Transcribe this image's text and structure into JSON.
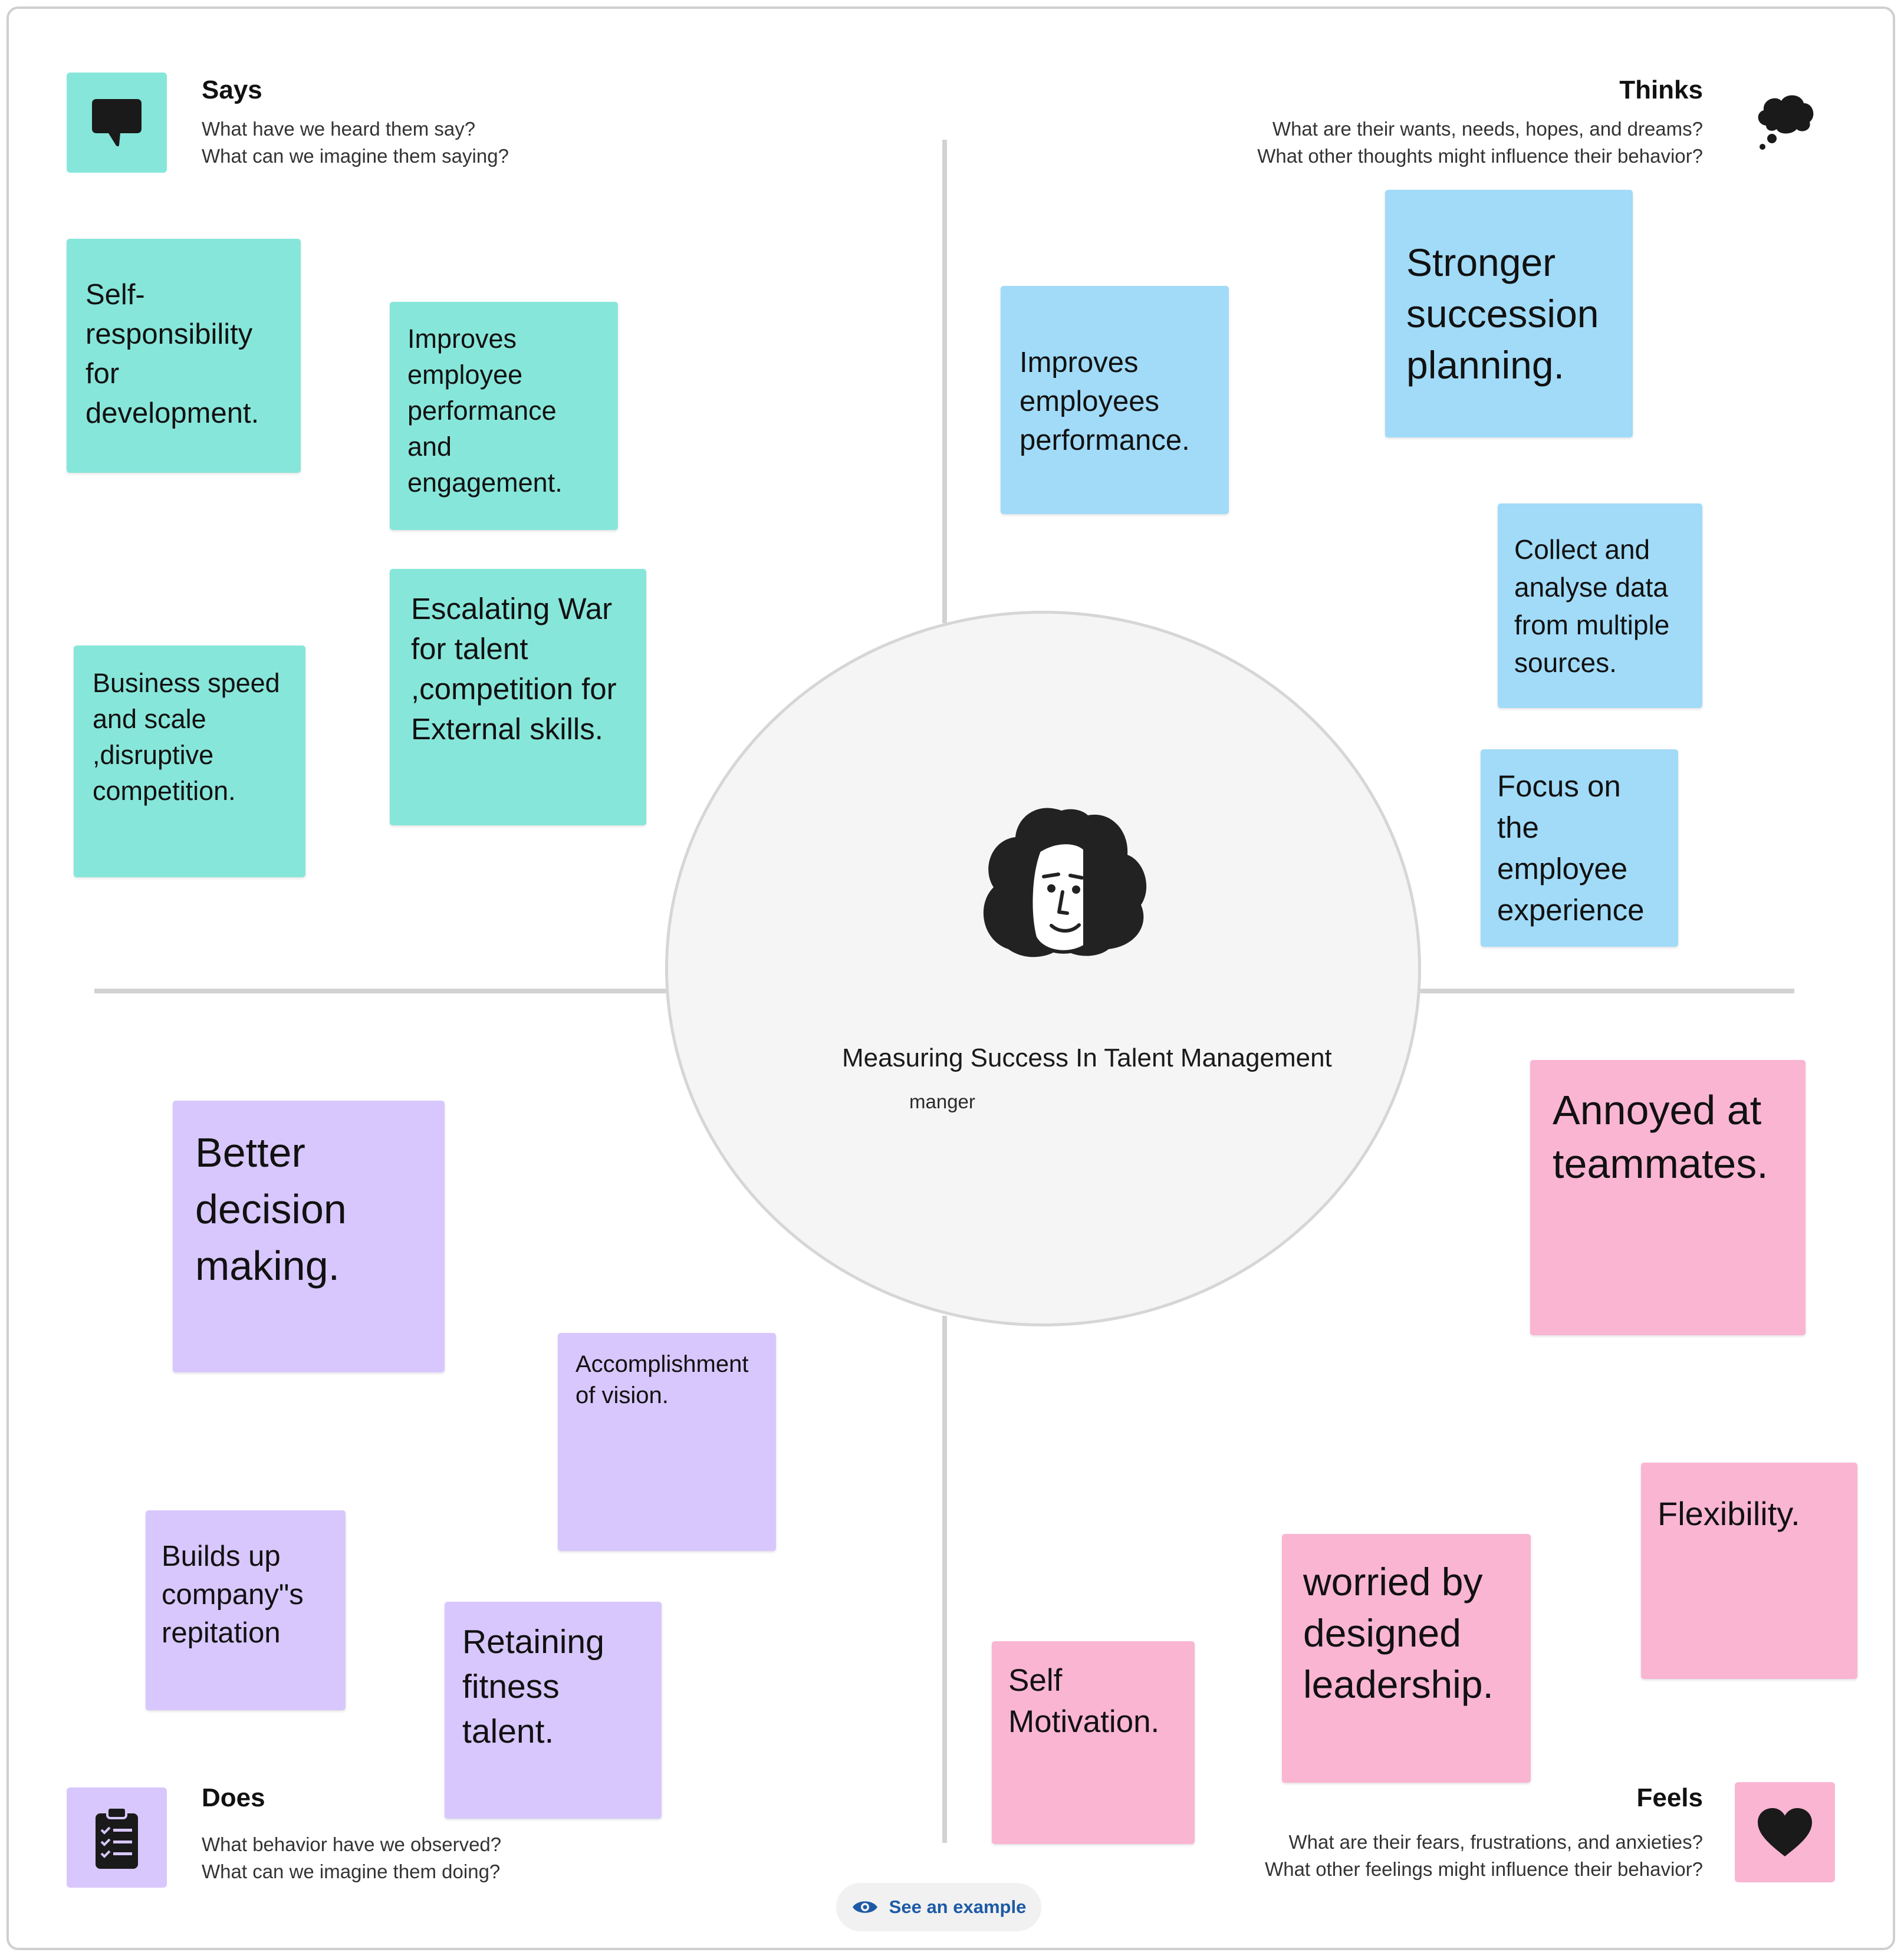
{
  "quadrants": {
    "says": {
      "title": "Says",
      "line1": "What have we heard them say?",
      "line2": "What can we imagine them saying?",
      "icon": "speech-bubble-icon",
      "color": "#87e6da"
    },
    "thinks": {
      "title": "Thinks",
      "line1": "What are their wants, needs, hopes, and dreams?",
      "line2": "What other thoughts might influence their behavior?",
      "icon": "thought-cloud-icon"
    },
    "does": {
      "title": "Does",
      "line1": "What behavior have we observed?",
      "line2": "What can we imagine them doing?",
      "icon": "clipboard-checklist-icon",
      "color": "#d8c7fd"
    },
    "feels": {
      "title": "Feels",
      "line1": "What are their fears, frustrations, and anxieties?",
      "line2": "What other feelings might influence their behavior?",
      "icon": "heart-icon",
      "color": "#fab5d3"
    }
  },
  "center": {
    "title": "Measuring Success In Talent Management",
    "subtitle": "manger",
    "icon": "persona-face-icon"
  },
  "notes": {
    "says": [
      "Self-responsibility for development.",
      "Improves employee performance and engagement.",
      "Escalating War for talent ,competition for External skills.",
      "Business speed and scale ,disruptive competition."
    ],
    "thinks": [
      "Stronger succession planning.",
      "Improves employees performance.",
      "Collect and analyse data from multiple sources.",
      "Focus on the employee experience"
    ],
    "does": [
      "Better decision making.",
      "Accomplishment of vision.",
      "Builds up company\"s repitation",
      "Retaining fitness talent."
    ],
    "feels": [
      "Annoyed at teammates.",
      "Flexibility.",
      "worried by designed leadership.",
      "Self Motivation."
    ]
  },
  "colors": {
    "teal_note": "#87e6da",
    "blue_note": "#a1dbf8",
    "purple_note": "#d8c7fd",
    "pink_note": "#fab5d3",
    "link_blue": "#1c5aa6"
  },
  "example_button": {
    "label": "See an example",
    "icon": "eye-icon"
  }
}
